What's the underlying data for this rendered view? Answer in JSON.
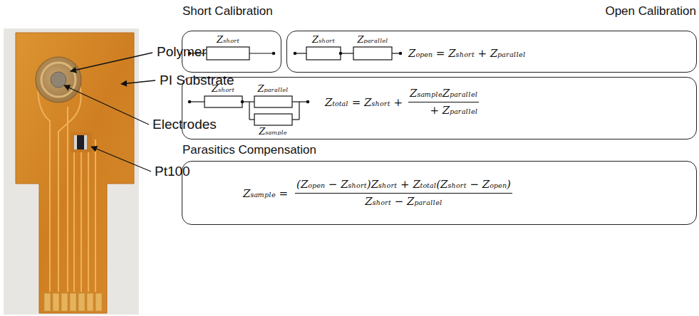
{
  "diagram": {
    "nodes": [
      {
        "text": [
          "Short Calibration"
        ]
      },
      {
        "text": [
          "Open Calibration",
          "Zₒₚₑₙ = Zₛₕₒᵣₜ + Zₚₐᵣₐₗₗₑₗ"
        ]
      },
      {
        "text": [
          "Zₜₒₜₐₗ = Zₛₕₒᵣₜ +",
          "ZₛₐₘₚₗₑZₚₐᵣₐₗₗₑₗ",
          "+ Zₚₐᵣₐₗₗₑₗ"
        ]
      },
      {
        "text": [
          "Parasitics Compensation",
          "Zₛₐₘₚₗₑ =",
          "(Zₒₚₑₙ − Zₛₕₒᵣₜ)Zₛₕₒᵣₜ + Zₜₒₜₐₗ(Zₛₕₒᵣₜ − Zₒₚₑₙ)",
          "Zₛₕₒᵣₜ − Zₚₐᵣₐₗₗₑₗ"
        ]
      }
    ],
    "labels": [
      "Polymer",
      "PI Substrate",
      "Electrodes",
      "Pt100",
      "Zₛₕₒᵣₜ",
      "Zₛₕₒᵣₜ",
      "Zₚₐᵣₐₗₗₑₗ",
      "Zₛₕₒᵣₜ",
      "Zₚₐᵣₐₗₗₑₗ",
      "Zₛₐₘₚₗₑ"
    ]
  }
}
